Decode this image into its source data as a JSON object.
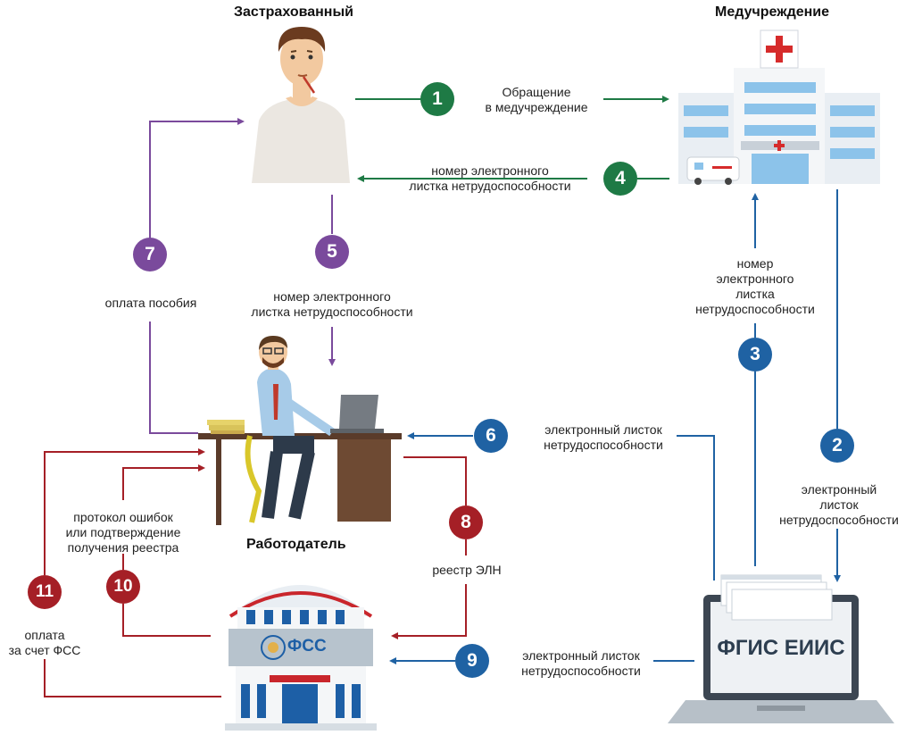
{
  "actors": {
    "insured": "Застрахованный",
    "medical": "Медучреждение",
    "employer": "Работодатель",
    "fss": "ФСС",
    "fgis": "ФГИС ЕИИС"
  },
  "steps": [
    {
      "num": "1",
      "label": "Обращение\nв медучреждение"
    },
    {
      "num": "2",
      "label": "электронный\nлисток\nнетрудоспособности"
    },
    {
      "num": "3",
      "label": "номер\nэлектронного\nлистка\nнетрудоспособности"
    },
    {
      "num": "4",
      "label": "номер электронного\nлистка нетрудоспособности"
    },
    {
      "num": "5",
      "label": "номер электронного\nлистка нетрудоспособности"
    },
    {
      "num": "6",
      "label": "электронный листок\nнетрудоспособности"
    },
    {
      "num": "7",
      "label": "оплата пособия"
    },
    {
      "num": "8",
      "label": "реестр ЭЛН"
    },
    {
      "num": "9",
      "label": "электронный листок\nнетрудоспособности"
    },
    {
      "num": "10",
      "label": "протокол ошибок\nили подтверждение\nполучения реестра"
    },
    {
      "num": "11",
      "label": "оплата\nза счет ФСС"
    }
  ],
  "colors": {
    "green": "#1e7a45",
    "blue": "#1f62a3",
    "purple": "#7a4a9c",
    "red": "#a51f26"
  }
}
